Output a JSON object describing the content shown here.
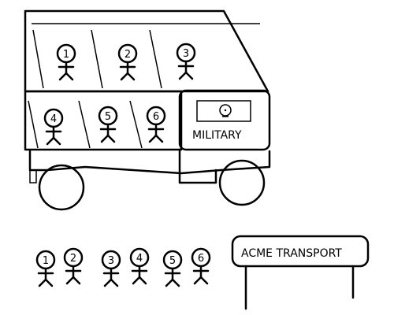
{
  "truck": {
    "cab_label": "MILITARY",
    "passengers": [
      "1",
      "2",
      "3",
      "4",
      "5",
      "6"
    ]
  },
  "ground_figures": [
    "1",
    "2",
    "3",
    "4",
    "5",
    "6"
  ],
  "sign": {
    "label": "ACME TRANSPORT"
  }
}
